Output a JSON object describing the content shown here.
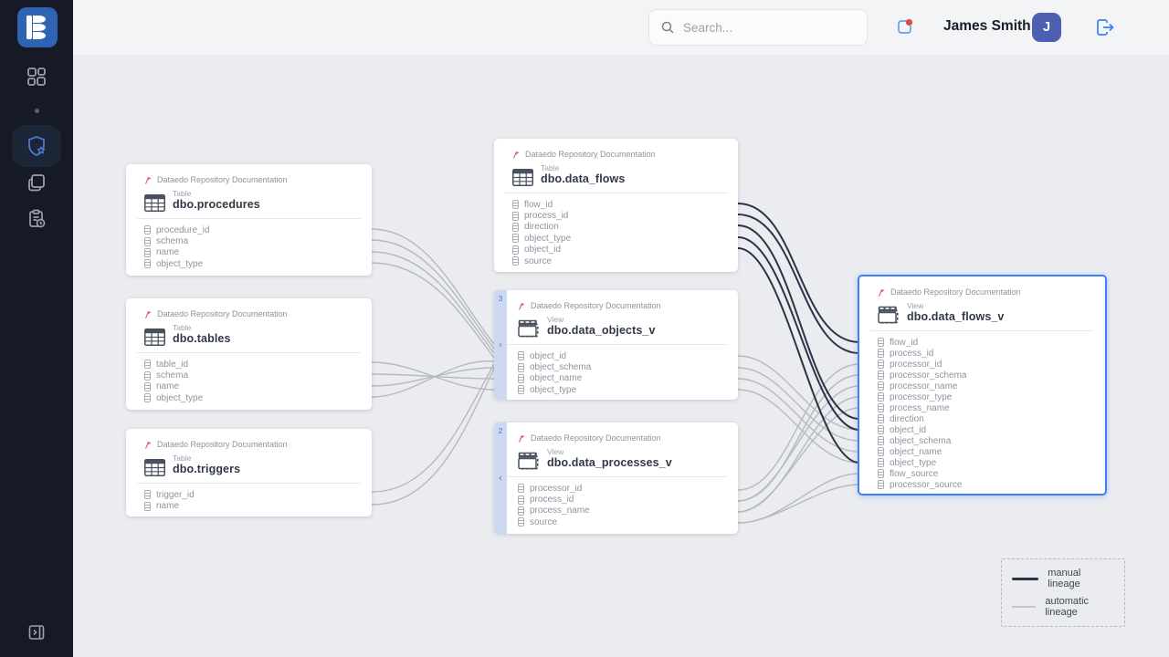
{
  "topbar": {
    "search_placeholder": "Search...",
    "user_name": "James Smith",
    "avatar_initial": "J"
  },
  "sidebar_icons": {
    "logo": "dataedo-logo",
    "items": [
      "dashboard-icon",
      "lineage-shield-star-icon",
      "documents-icon",
      "clipboard-clock-icon"
    ],
    "bottom": "expand-sidebar-icon"
  },
  "icons": {
    "search": "magnifier",
    "notification": "square-with-red-dot",
    "logout": "door-arrow-right",
    "table": "grid-table",
    "view": "window-view",
    "column": "field-bar",
    "source": "red-flag"
  },
  "entities": [
    {
      "source": "Dataedo Repository Documentation",
      "type": "Table",
      "name": "dbo.procedures",
      "columns": [
        "procedure_id",
        "schema",
        "name",
        "object_type"
      ]
    },
    {
      "source": "Dataedo Repository Documentation",
      "type": "Table",
      "name": "dbo.tables",
      "columns": [
        "table_id",
        "schema",
        "name",
        "object_type"
      ]
    },
    {
      "source": "Dataedo Repository Documentation",
      "type": "Table",
      "name": "dbo.triggers",
      "columns": [
        "trigger_id",
        "name"
      ]
    },
    {
      "source": "Dataedo Repository Documentation",
      "type": "Table",
      "name": "dbo.data_flows",
      "columns": [
        "flow_id",
        "process_id",
        "direction",
        "object_type",
        "object_id",
        "source"
      ]
    },
    {
      "source": "Dataedo Repository Documentation",
      "type": "View",
      "name": "dbo.data_objects_v",
      "badge": "3",
      "chevron": "›",
      "columns": [
        "object_id",
        "object_schema",
        "object_name",
        "object_type"
      ]
    },
    {
      "source": "Dataedo Repository Documentation",
      "type": "View",
      "name": "dbo.data_processes_v",
      "badge": "2",
      "chevron": "‹",
      "columns": [
        "processor_id",
        "process_id",
        "process_name",
        "source"
      ]
    },
    {
      "source": "Dataedo Repository Documentation",
      "type": "View",
      "name": "dbo.data_flows_v",
      "columns": [
        "flow_id",
        "process_id",
        "processor_id",
        "processor_schema",
        "processor_name",
        "processor_type",
        "process_name",
        "direction",
        "object_id",
        "object_schema",
        "object_name",
        "object_type",
        "flow_source",
        "processor_source"
      ]
    }
  ],
  "legend": {
    "manual": "manual lineage",
    "automatic": "automatic lineage"
  },
  "colors": {
    "accent_blue": "#3f7ff7",
    "logo_blue": "#2f63b4",
    "avatar_indigo": "#4c5fb2",
    "sidebar_bg": "#151a26",
    "manual_line": "#2b3447",
    "auto_line": "#b6b9bf",
    "strip_blue": "#cdd9f2",
    "notif_dot_red": "#e14b4b",
    "source_icon_red": "#e05563"
  }
}
